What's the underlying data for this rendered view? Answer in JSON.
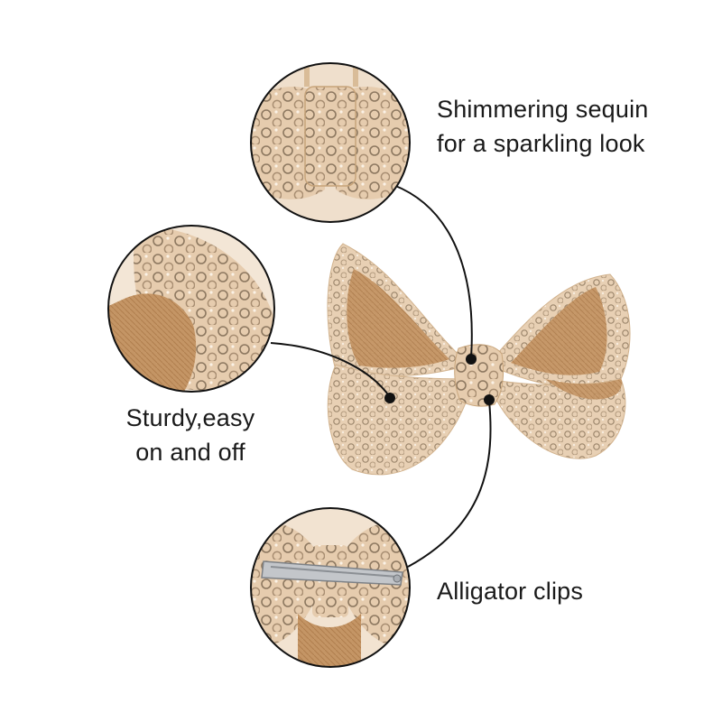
{
  "features": {
    "top": {
      "line1": "Shimmering sequin",
      "line2": "for a sparkling look"
    },
    "left": {
      "line1": "Sturdy,easy",
      "line2": "on and off"
    },
    "bottom": {
      "line1": "Alligator clips"
    }
  },
  "colors": {
    "background": "#ffffff",
    "ribbon_light": "#ead3b8",
    "ribbon_mid": "#d8b68e",
    "ribbon_inner": "#b98a55",
    "sequin": "#8f7a62",
    "callout_line": "#111111",
    "clip_metal": "#b9bcc0"
  }
}
